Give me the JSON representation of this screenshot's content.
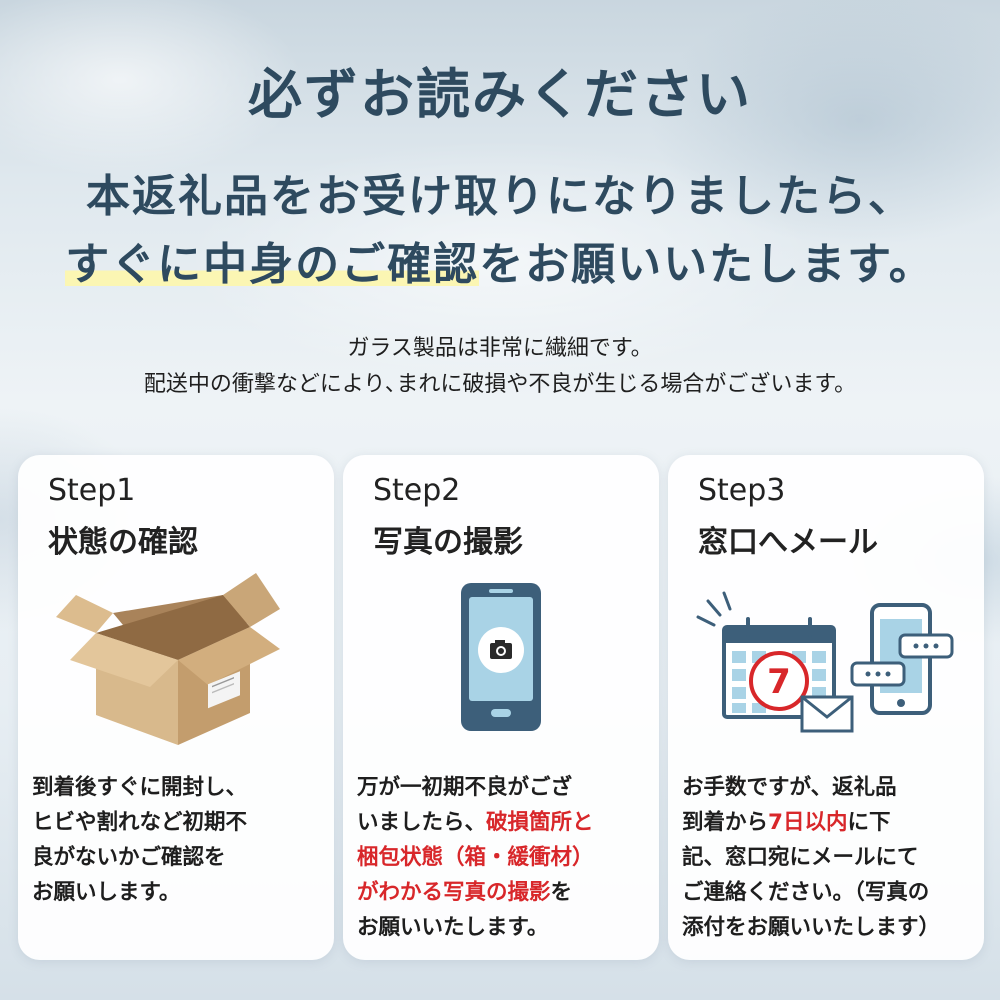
{
  "header": {
    "title": "必ずお読みください",
    "line1": "本返礼品をお受け取りになりましたら、",
    "line2_highlight": "すぐに中身のご確認",
    "line2_rest": "をお願いいたします。"
  },
  "notice": {
    "line1": "ガラス製品は非常に繊細です。",
    "line2": "配送中の衝撃などにより､まれに破損や不良が生じる場合がございます。"
  },
  "steps": [
    {
      "label": "Step1",
      "title": "状態の確認",
      "icon": "cardboard-box-icon",
      "desc": [
        "到着後すぐに開封し、",
        "ヒビや割れなど初期不",
        "良がないかご確認を",
        "お願いします。"
      ]
    },
    {
      "label": "Step2",
      "title": "写真の撮影",
      "icon": "smartphone-camera-icon",
      "desc": {
        "l1": "万が一初期不良がござ",
        "l2a": "いましたら、",
        "l2b": "破損箇所と",
        "l3": "梱包状態（箱・緩衝材）",
        "l4a": "がわかる写真の撮影",
        "l4b": "を",
        "l5": "お願いいたします。"
      }
    },
    {
      "label": "Step3",
      "title": "窓口へメール",
      "icon": "calendar-mail-phone-icon",
      "calendar_number": "7",
      "desc": {
        "l1": "お手数ですが、返礼品",
        "l2a": "到着から",
        "l2b": "7日以内",
        "l2c": "に下",
        "l3": "記、窓口宛にメールにて",
        "l4": "ご連絡ください。（写真の",
        "l5": "添付をお願いいたします）"
      }
    }
  ],
  "colors": {
    "heading": "#2e4a5f",
    "highlight": "#fbf6b3",
    "accent_red": "#d8272a",
    "icon_blue": "#3d5f7a",
    "screen_blue": "#a9d3e6"
  }
}
